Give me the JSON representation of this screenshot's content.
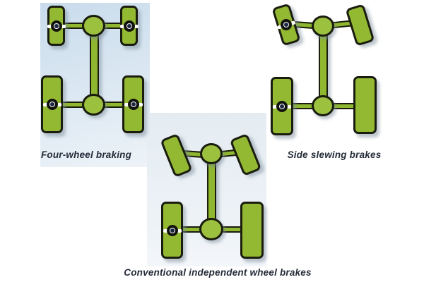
{
  "colors": {
    "wheel_green": "#93b933",
    "hub_green": "#9cc13f",
    "bar_green": "#8fb72f",
    "outline_dark": "#1a1c0e",
    "panel_blue_top": "#c9dcec",
    "panel_blue_bottom": "#edf3f8",
    "panel_bottom_bg": "#e4ecf2",
    "caption_text": "#242b38",
    "brake_dot_navy": "#1c2742",
    "shadow": "rgba(125,142,156,0.5)"
  },
  "diagrams": [
    {
      "id": "four-wheel-braking",
      "caption": "Four-wheel braking",
      "background": "light-blue-panel",
      "wheels": [
        {
          "position": "front-left",
          "braked": true,
          "tilt_deg": 0
        },
        {
          "position": "front-right",
          "braked": true,
          "tilt_deg": 0
        },
        {
          "position": "rear-left",
          "braked": true,
          "tilt_deg": 0
        },
        {
          "position": "rear-right",
          "braked": true,
          "tilt_deg": 0
        }
      ],
      "brake_icon": "brake-eye-icon"
    },
    {
      "id": "side-slewing-brakes",
      "caption": "Side slewing brakes",
      "background": "white",
      "wheels": [
        {
          "position": "front-left",
          "braked": true,
          "tilt_deg": -17
        },
        {
          "position": "front-right",
          "braked": false,
          "tilt_deg": -17
        },
        {
          "position": "rear-left",
          "braked": true,
          "tilt_deg": 0
        },
        {
          "position": "rear-right",
          "braked": false,
          "tilt_deg": 0
        }
      ],
      "brake_icon": "brake-eye-icon"
    },
    {
      "id": "conventional-independent-wheel-brakes",
      "caption": "Conventional independent wheel brakes",
      "background": "light-blue-panel",
      "wheels": [
        {
          "position": "front-left",
          "braked": false,
          "tilt_deg": -22
        },
        {
          "position": "front-right",
          "braked": false,
          "tilt_deg": -22
        },
        {
          "position": "rear-left",
          "braked": true,
          "tilt_deg": 0
        },
        {
          "position": "rear-right",
          "braked": false,
          "tilt_deg": 0
        }
      ],
      "brake_icon": "brake-eye-icon"
    }
  ]
}
